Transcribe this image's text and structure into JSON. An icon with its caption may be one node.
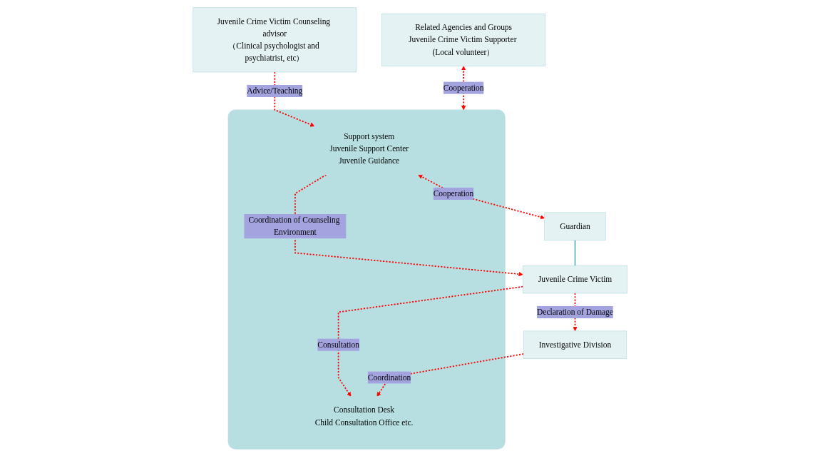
{
  "diagram": {
    "nodes": [
      {
        "text": [
          "Guardian"
        ]
      },
      {
        "text": [
          "Juvenile Crime Victim"
        ]
      },
      {
        "text": [],
        "shape": "box"
      },
      {
        "text": [
          "Support system",
          "Juvenile Support Center",
          "Juvenile Guidance"
        ],
        "in": 2
      },
      {
        "text": [
          "Consultation Desk",
          "Child Consultation Office etc."
        ],
        "in": 2
      },
      {
        "text": [
          "Juvenile Crime Victim Counseling advisor",
          "（Clinical psychologist and psychiatrist, etc）"
        ]
      },
      {
        "text": [
          "Related Agencies and Groups",
          "Juvenile Crime Victim Supporter (Local volunteer）"
        ]
      },
      {
        "text": [
          "Investigative Division"
        ]
      }
    ],
    "edges": [
      {
        "from": 0,
        "to": 1,
        "arrow": "none",
        "color": "#5fb4bd"
      },
      {
        "from": 3,
        "to": 0,
        "arrow": "both",
        "label": "Cooperation",
        "style": "dashed"
      },
      {
        "from": 3,
        "to": 1,
        "arrow": "to",
        "label": "Coordination of Counseling Environment",
        "style": "dashed"
      },
      {
        "from": 1,
        "to": 4,
        "arrow": "to",
        "label": "Consultation",
        "style": "dashed"
      },
      {
        "from": 1,
        "to": 7,
        "arrow": "to",
        "label": "Declaration of Damage",
        "style": "dashed"
      },
      {
        "from": 5,
        "to": 3,
        "arrow": "to",
        "label": "Advice/Teaching",
        "style": "dashed"
      },
      {
        "from": 6,
        "to": 2,
        "arrow": "both",
        "label": "Cooperation",
        "style": "dashed"
      },
      {
        "from": 7,
        "to": 4,
        "arrow": "to",
        "label": "Coordination",
        "style": "dashed"
      }
    ]
  }
}
